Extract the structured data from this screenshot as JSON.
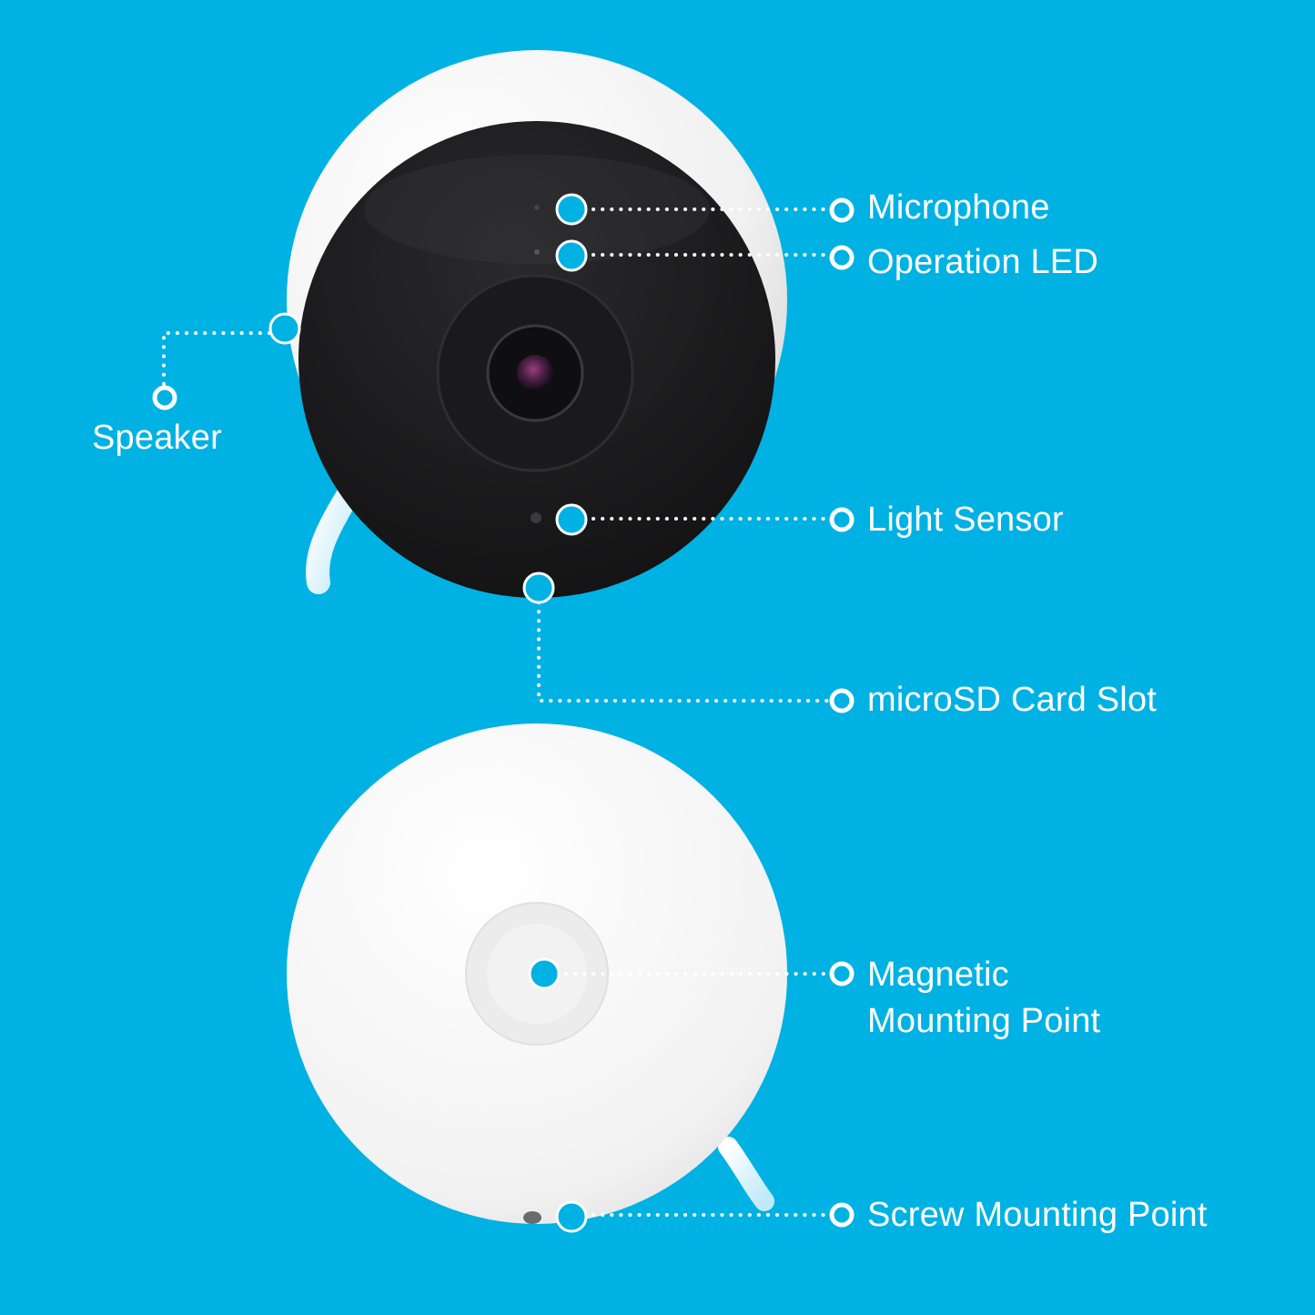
{
  "colors": {
    "background": "#00b2e3",
    "marker": "#00b2e3",
    "leader_line": "#ffffff",
    "label_text": "#ffffff",
    "camera_face": "#1c1c1e",
    "camera_shell": "#f4f4f4"
  },
  "labels": {
    "microphone": "Microphone",
    "operation_led": "Operation LED",
    "speaker": "Speaker",
    "light_sensor": "Light Sensor",
    "microsd_card_slot": "microSD Card Slot",
    "magnetic_mounting_point_line1": "Magnetic",
    "magnetic_mounting_point_line2": "Mounting Point",
    "screw_mounting_point": "Screw Mounting Point"
  }
}
